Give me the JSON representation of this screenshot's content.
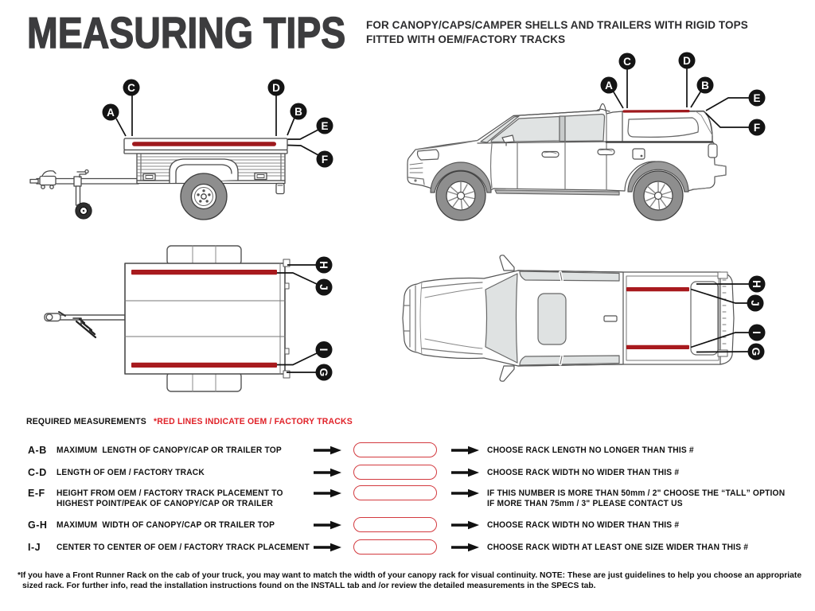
{
  "header": {
    "title": "MEASURING TIPS",
    "subtitle_line1": "FOR CANOPY/CAPS/CAMPER SHELLS AND TRAILERS WITH RIGID TOPS",
    "subtitle_line2": "FITTED WITH OEM/FACTORY TRACKS"
  },
  "colors": {
    "ink": "#1a1a1a",
    "title_gray": "#3c3c3e",
    "accent_red": "#e02128",
    "track_red": "#a01b1e"
  },
  "diagrams": {
    "trailer_side": {
      "label": "trailer side view",
      "callouts": {
        "a": "A",
        "b": "B",
        "c": "C",
        "d": "D",
        "e": "E",
        "f": "F"
      }
    },
    "truck_side": {
      "label": "pickup truck with canopy side view",
      "callouts": {
        "a": "A",
        "b": "B",
        "c": "C",
        "d": "D",
        "e": "E",
        "f": "F"
      }
    },
    "trailer_top": {
      "label": "trailer top view",
      "callouts": {
        "g": "G",
        "h": "H",
        "i": "I",
        "j": "J"
      }
    },
    "truck_top": {
      "label": "pickup truck top view",
      "callouts": {
        "g": "G",
        "h": "H",
        "i": "I",
        "j": "J"
      }
    }
  },
  "measurements": {
    "heading": "REQUIRED MEASUREMENTS",
    "legend": "*RED LINES INDICATE OEM / FACTORY TRACKS",
    "rows": [
      {
        "key": "A-B",
        "description": "MAXIMUM  LENGTH OF CANOPY/CAP OR TRAILER TOP",
        "result": "CHOOSE RACK LENGTH NO LONGER THAN THIS #"
      },
      {
        "key": "C-D",
        "description": "LENGTH OF OEM / FACTORY TRACK",
        "result": "CHOOSE RACK WIDTH NO WIDER THAN THIS #"
      },
      {
        "key": "E-F",
        "description": "HEIGHT FROM OEM / FACTORY TRACK PLACEMENT TO",
        "description2": "HIGHEST POINT/PEAK OF CANOPY/CAP OR TRAILER",
        "result": "IF THIS NUMBER IS MORE THAN 50mm / 2\" CHOOSE THE “TALL” OPTION",
        "result2": "IF MORE THAN 75mm / 3\" PLEASE CONTACT US"
      },
      {
        "key": "G-H",
        "description": "MAXIMUM  WIDTH OF CANOPY/CAP OR TRAILER TOP",
        "result": "CHOOSE RACK WIDTH NO WIDER THAN THIS #"
      },
      {
        "key": "I-J",
        "description": "CENTER TO CENTER OF OEM / FACTORY TRACK PLACEMENT",
        "result": "CHOOSE RACK WIDTH AT LEAST ONE SIZE WIDER THAN THIS #"
      }
    ]
  },
  "footnote": {
    "line1": "*If you have a Front Runner Rack on the cab of your truck, you may want to match the width of your canopy rack for visual continuity. NOTE: These are just guidelines to help you choose an appropriate",
    "line2": "sized rack. For further info, read the installation instructions found on the INSTALL tab and /or review the detailed measurements in the SPECS tab."
  }
}
